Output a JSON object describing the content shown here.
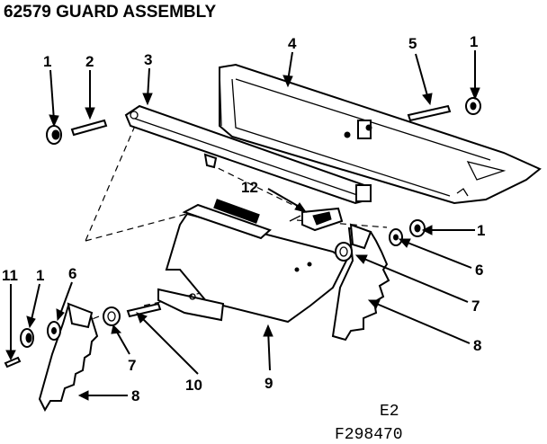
{
  "title": "62579 GUARD ASSEMBLY",
  "callouts": {
    "c1_top_left": "1",
    "c2": "2",
    "c3": "3",
    "c4": "4",
    "c5": "5",
    "c1_top_right": "1",
    "c12": "12",
    "c1_mid_right": "1",
    "c6_right": "6",
    "c7_right": "7",
    "c8_right": "8",
    "c11": "11",
    "c1_bottom_left": "1",
    "c6_left": "6",
    "c7_left": "7",
    "c10": "10",
    "c9": "9",
    "c8_left": "8"
  },
  "footer": {
    "sheet": "E2",
    "figure": "F298470"
  }
}
